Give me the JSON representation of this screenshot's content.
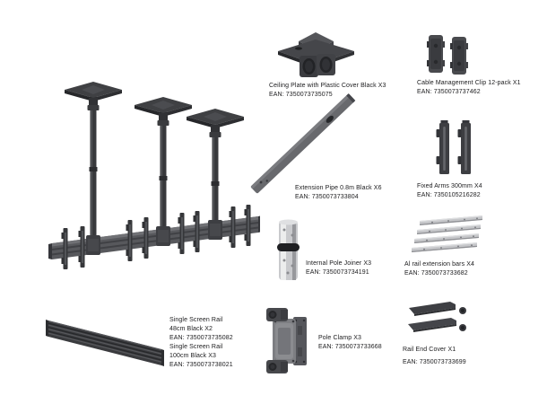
{
  "page": {
    "background": "#ffffff",
    "colors": {
      "dark_part": "#3b3c3f",
      "silver_part": "#c9cacd",
      "text": "#1b1b1d"
    }
  },
  "parts": {
    "ceiling_plate": {
      "name": "Ceiling Plate with Plastic Cover Black X3",
      "ean": "EAN: 7350073735075"
    },
    "cable_clip": {
      "name": "Cable Management Clip 12-pack X1",
      "ean": "EAN: 7350073737462"
    },
    "extension_pipe": {
      "name": "Extension Pipe 0.8m Black X6",
      "ean": "EAN: 7350073733804"
    },
    "fixed_arms": {
      "name": "Fixed Arms 300mm X4",
      "ean": "EAN: 7350105216282"
    },
    "pole_joiner": {
      "name": "Internal Pole Joiner X3",
      "ean": "EAN: 7350073734191"
    },
    "rail_extension_bars": {
      "name": "Al rail extension bars X4",
      "ean": "EAN: 7350073733682"
    },
    "rail_48": {
      "name": "Single Screen Rail",
      "variant": "48cm Black X2",
      "ean": "EAN: 7350073735082"
    },
    "rail_100": {
      "name": "Single Screen Rail",
      "variant": "100cm Black X3",
      "ean": "EAN: 7350073738021"
    },
    "pole_clamp": {
      "name": "Pole Clamp X3",
      "ean": "EAN: 7350073733668"
    },
    "rail_end_cover": {
      "name": "Rail End Cover X1",
      "ean": "EAN: 7350073733699"
    }
  }
}
